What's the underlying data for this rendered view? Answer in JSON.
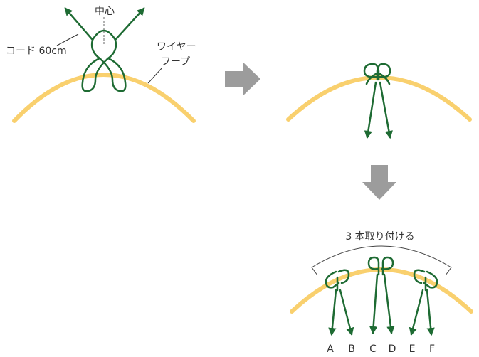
{
  "labels": {
    "center": "中心",
    "cord": "コード 60cm",
    "wire_hoop_line1": "ワイヤー",
    "wire_hoop_line2": "フープ",
    "attach_three": "3 本取り付ける"
  },
  "cord_letters": [
    "A",
    "B",
    "C",
    "D",
    "E",
    "F"
  ],
  "colors": {
    "hoop": "#f9d06e",
    "cord": "#1e6b33",
    "arrow": "#9c9c9c",
    "text": "#333333",
    "bracket": "#444444"
  },
  "icons": [
    "gray-right-arrow-icon",
    "gray-down-arrow-icon"
  ]
}
